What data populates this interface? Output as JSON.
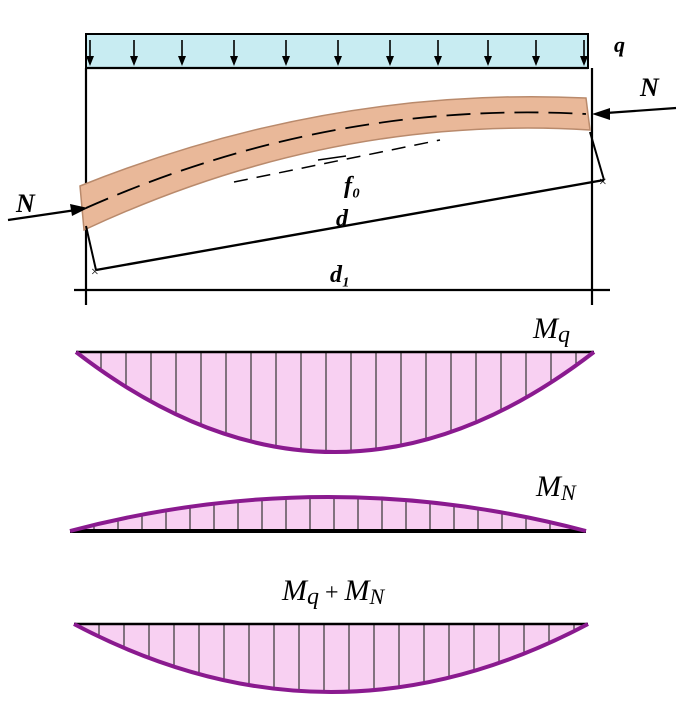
{
  "labels": {
    "load": "q",
    "axial_left": "N",
    "axial_right": "N",
    "initial_deflection": "f₀",
    "chord": "d",
    "span": "d₁"
  },
  "diagrams": {
    "mq": {
      "prefix": "M",
      "sub": "q"
    },
    "mn": {
      "prefix": "M",
      "sub": "N"
    },
    "combined": {
      "a_prefix": "M",
      "a_sub": "q",
      "op": " + ",
      "b_prefix": "M",
      "b_sub": "N"
    }
  },
  "colors": {
    "load_fill": "#c8ecf2",
    "member_fill": "#e9b899",
    "member_edge": "#b98a6c",
    "diagram_fill": "#f8d0f2",
    "diagram_edge": "#8a1a8f",
    "ink": "#000000"
  }
}
